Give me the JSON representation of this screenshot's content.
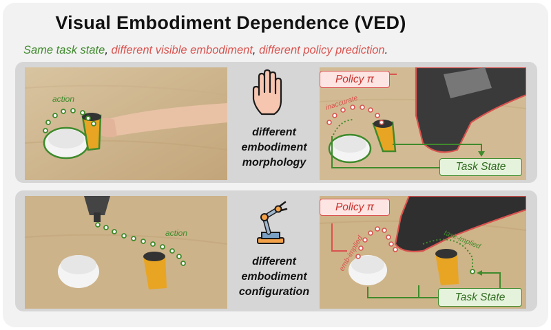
{
  "title": "Visual  Embodiment  Dependence (VED)",
  "subtitle": {
    "part1": "Same task state",
    "sep1": ", ",
    "part2": "different visible embodiment",
    "sep2": ", ",
    "part3": "different policy prediction",
    "end": "."
  },
  "rows": [
    {
      "left_action_label": "action",
      "middle_lines": [
        "different",
        "embodiment",
        "morphology"
      ],
      "middle_icon": "hand-icon",
      "policy_label": "Policy π",
      "state_label": "Task State",
      "red_annotation": "inaccurate"
    },
    {
      "left_action_label": "action",
      "middle_lines": [
        "different",
        "embodiment",
        "configuration"
      ],
      "middle_icon": "robot-arm-icon",
      "policy_label": "Policy π",
      "state_label": "Task State",
      "red_annotation": "emb-implied",
      "green_annotation": "task-implied"
    }
  ],
  "colors": {
    "green": "#3f8a2c",
    "red": "#d9534f",
    "card": "#f2f2f2",
    "panel": "#d6d6d6",
    "cup_yellow": "#e8a523"
  }
}
